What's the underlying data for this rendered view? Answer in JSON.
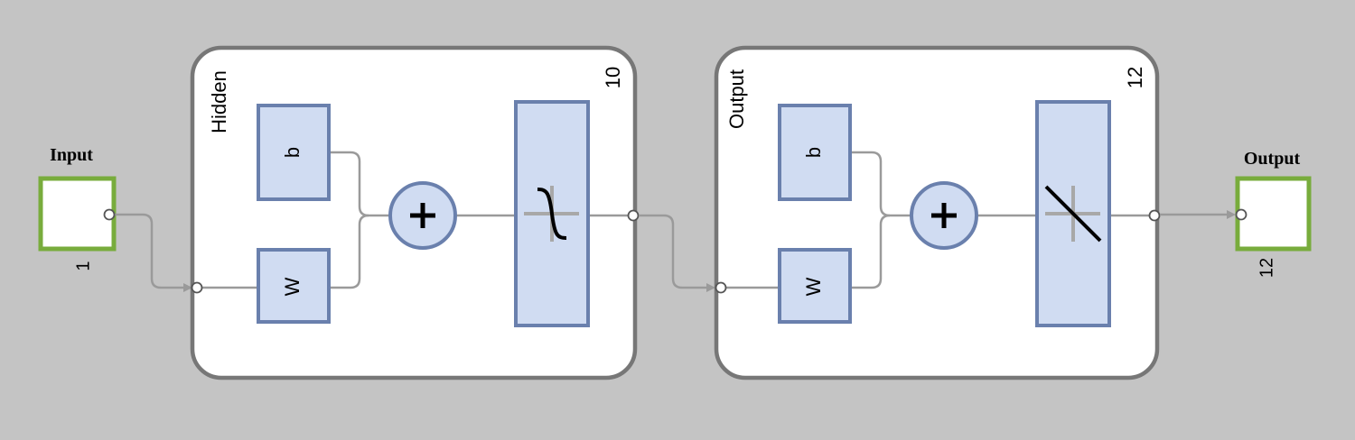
{
  "input": {
    "label": "Input",
    "size": "1"
  },
  "hidden": {
    "label": "Hidden",
    "size": "10",
    "bias": "b",
    "weight": "W",
    "transfer": "tansig"
  },
  "output_layer": {
    "label": "Output",
    "size": "12",
    "bias": "b",
    "weight": "W",
    "transfer": "purelin"
  },
  "output": {
    "label": "Output",
    "size": "12"
  },
  "colors": {
    "background": "#c4c4c4",
    "block_fill": "#d0dcf2",
    "block_stroke": "#6a80ad",
    "io_stroke": "#78ac3c",
    "layer_stroke": "#777777",
    "wire": "#9a9a9a"
  }
}
